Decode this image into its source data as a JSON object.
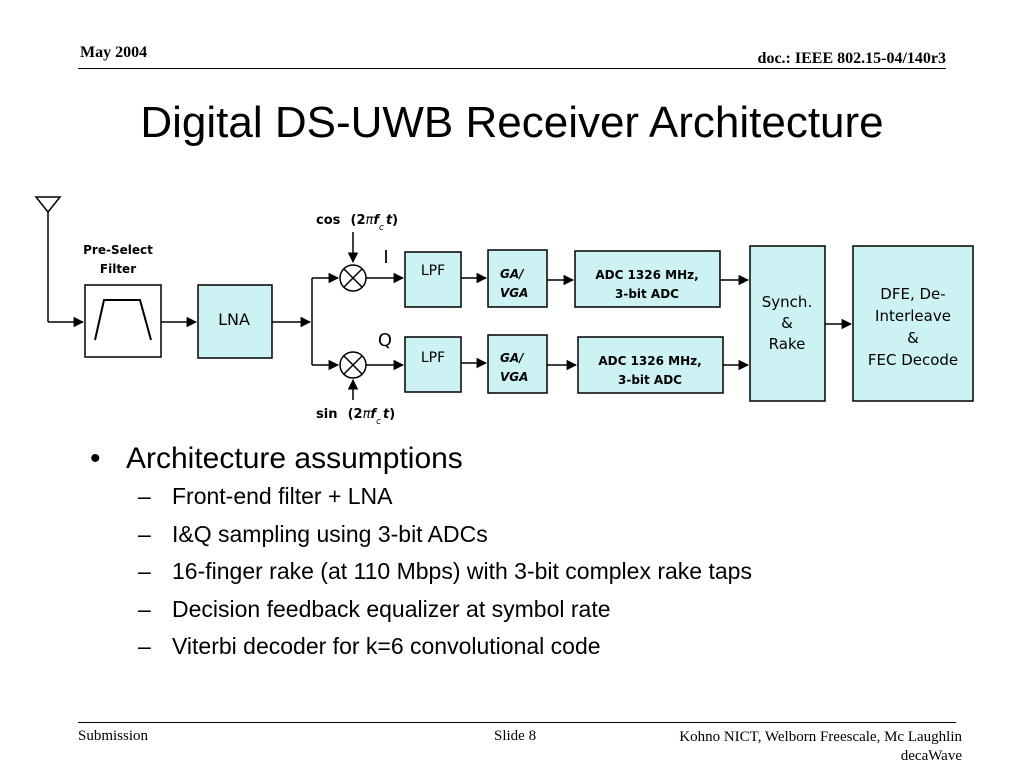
{
  "header": {
    "date": "May 2004",
    "doc_id": "doc.: IEEE 802.15-04/140r3"
  },
  "title": "Digital DS-UWB Receiver Architecture",
  "diagram": {
    "preselect_label": [
      "Pre-Select",
      "Filter"
    ],
    "lna": "LNA",
    "cos_label": {
      "fn": "cos",
      "open": "(2",
      "pi": "π",
      "f": "f",
      "sub": "c",
      "t": "t",
      "close": ")"
    },
    "sin_label": {
      "fn": "sin",
      "open": "(2",
      "pi": "π",
      "f": "f",
      "sub": "c",
      "t": "t",
      "close": ")"
    },
    "i_label": "I",
    "q_label": "Q",
    "lpf": "LPF",
    "ga_vga": [
      "GA/",
      "VGA"
    ],
    "adc": [
      "ADC 1326 MHz,",
      "3-bit ADC"
    ],
    "synch": [
      "Synch.",
      "&",
      "Rake"
    ],
    "dfe": [
      "DFE, De-",
      "Interleave",
      "&",
      "FEC Decode"
    ],
    "colors": {
      "block_fill": "#ccf2f3",
      "line": "#000000"
    }
  },
  "bullets": {
    "heading": "Architecture assumptions",
    "items": [
      "Front-end filter + LNA",
      "I&Q sampling using 3-bit ADCs",
      "16-finger rake (at 110 Mbps) with 3-bit complex rake taps",
      "Decision feedback equalizer at symbol rate",
      "Viterbi decoder for k=6 convolutional code"
    ]
  },
  "footer": {
    "left": "Submission",
    "middle": "Slide 8",
    "right_line1": "Kohno NICT, Welborn Freescale, Mc Laughlin",
    "right_line2": "decaWave"
  }
}
